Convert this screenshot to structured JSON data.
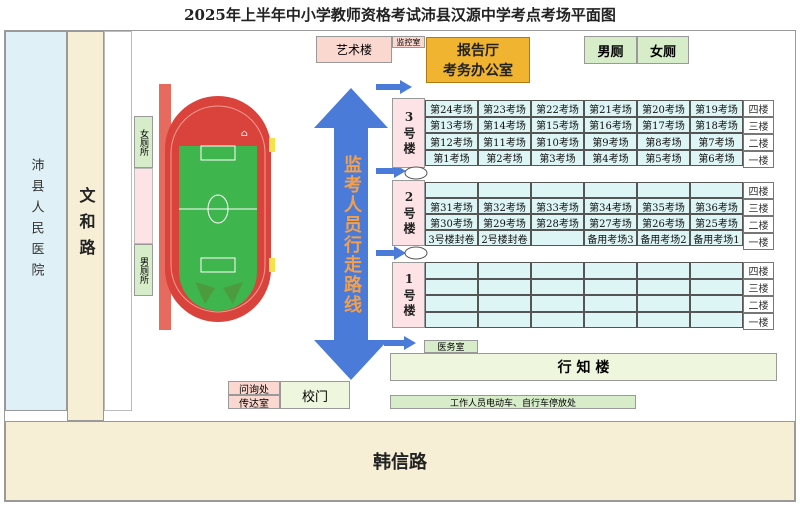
{
  "title": "2025年上半年中小学教师资格考试沛县汉源中学考点考场平面图",
  "roads": {
    "left": "沛县人民医院",
    "middle": "文和路",
    "bottom": "韩信路"
  },
  "top_area": {
    "art_building": "艺术楼",
    "monitor_room": "监控室",
    "office_line1": "报告厅",
    "office_line2": "考务办公室",
    "male_wc": "男厕",
    "female_wc": "女厕"
  },
  "field": {
    "female_wc": "女厕所",
    "male_wc": "男厕所"
  },
  "route_label": "监考人员行走路线",
  "buildings": {
    "b3": {
      "label": "3号楼",
      "floors": [
        "四楼",
        "三楼",
        "二楼",
        "一楼"
      ],
      "rows": [
        [
          "第24考场",
          "第23考场",
          "第22考场",
          "第21考场",
          "第20考场",
          "第19考场"
        ],
        [
          "第13考场",
          "第14考场",
          "第15考场",
          "第16考场",
          "第17考场",
          "第18考场"
        ],
        [
          "第12考场",
          "第11考场",
          "第10考场",
          "第9考场",
          "第8考场",
          "第7考场"
        ],
        [
          "第1考场",
          "第2考场",
          "第3考场",
          "第4考场",
          "第5考场",
          "第6考场"
        ]
      ]
    },
    "b2": {
      "label": "2号楼",
      "floors": [
        "四楼",
        "三楼",
        "二楼",
        "一楼"
      ],
      "rows": [
        [
          "",
          "",
          "",
          "",
          "",
          ""
        ],
        [
          "第31考场",
          "第32考场",
          "第33考场",
          "第34考场",
          "第35考场",
          "第36考场"
        ],
        [
          "第30考场",
          "第29考场",
          "第28考场",
          "第27考场",
          "第26考场",
          "第25考场"
        ],
        [
          "3号楼封卷",
          "2号楼封卷",
          "",
          "备用考场3",
          "备用考场2",
          "备用考场1"
        ]
      ]
    },
    "b1": {
      "label": "1号楼",
      "floors": [
        "四楼",
        "三楼",
        "二楼",
        "一楼"
      ],
      "rows": [
        [
          "",
          "",
          "",
          "",
          "",
          ""
        ],
        [
          "",
          "",
          "",
          "",
          "",
          ""
        ],
        [
          "",
          "",
          "",
          "",
          "",
          ""
        ],
        [
          "",
          "",
          "",
          "",
          "",
          ""
        ]
      ]
    }
  },
  "bottom_area": {
    "clinic": "医务室",
    "xingzhi": "行 知 楼",
    "parking": "工作人员电动车、自行车停放处",
    "inquiry": "问询处",
    "reception": "传达室",
    "gate": "校门"
  },
  "colors": {
    "road_fill": "#f6efd6",
    "hospital_fill": "#dff0f7",
    "grid_fill": "#def5f6",
    "blue_route": "#4a7bd8",
    "track_red": "#d9433c",
    "field_green": "#3fb54d",
    "wc_green": "#d7ecc9",
    "office_orange": "#f0b431",
    "pink": "#fde3e5"
  }
}
